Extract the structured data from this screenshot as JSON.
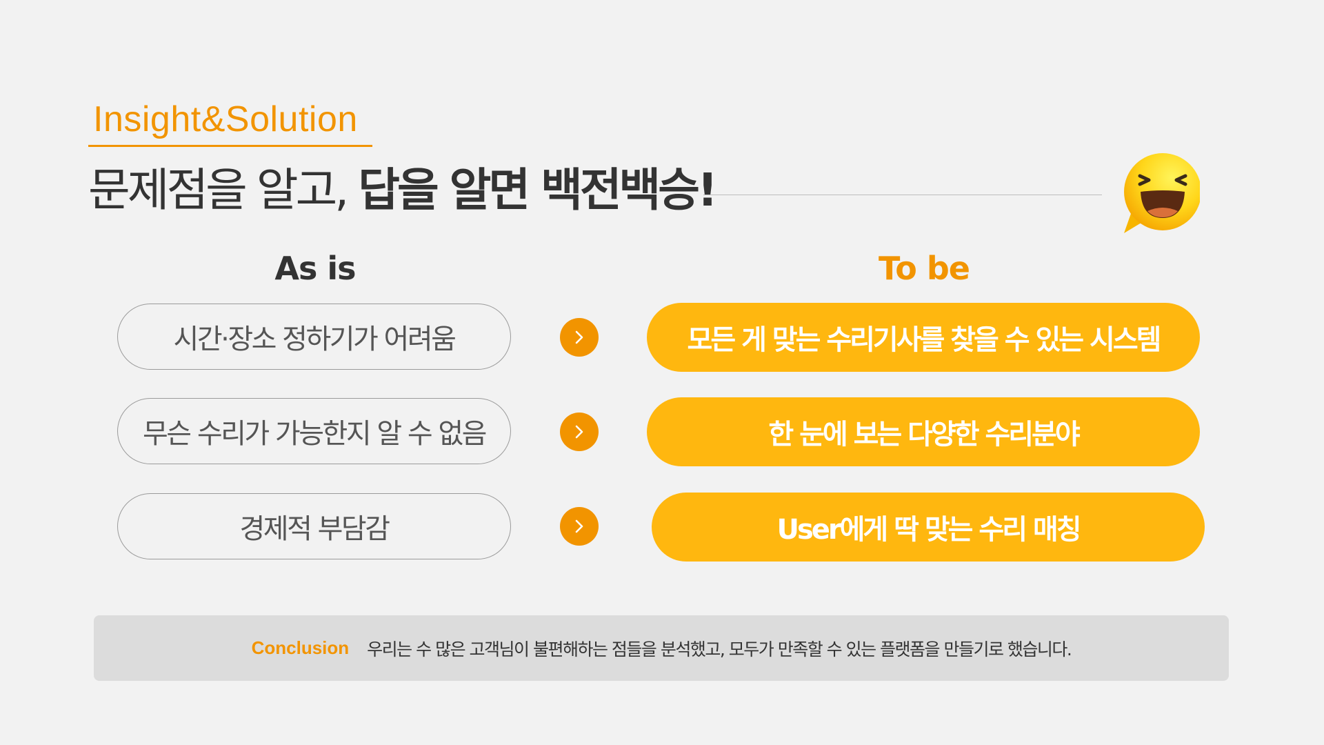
{
  "header": {
    "eyebrow": "Insight&Solution",
    "headline_regular": "문제점을 알고, ",
    "headline_bold": "답을 알면 백전백승!",
    "emoji": "laughing-emoji-icon"
  },
  "columns": {
    "as_is": "As is",
    "to_be": "To be"
  },
  "rows": [
    {
      "as_is": "시간·장소 정하기가 어려움",
      "to_be": "모든 게 맞는 수리기사를 찾을 수 있는 시스템",
      "arrow_icon": "chevron-right-icon"
    },
    {
      "as_is": "무슨 수리가 가능한지 알 수 없음",
      "to_be": "한 눈에 보는 다양한 수리분야",
      "arrow_icon": "chevron-right-icon"
    },
    {
      "as_is": "경제적 부담감",
      "to_be": "User에게 딱 맞는 수리 매칭",
      "arrow_icon": "chevron-right-icon"
    }
  ],
  "conclusion": {
    "label": "Conclusion",
    "text": "우리는 수 많은 고객님이 불편해하는 점들을 분석했고, 모두가 만족할 수 있는 플랫폼을 만들기로 했습니다."
  },
  "colors": {
    "background": "#f2f2f2",
    "accent_orange": "#f29400",
    "pill_yellow": "#ffb70f",
    "text_dark": "#333333",
    "conclusion_box": "#dcdcdc"
  }
}
